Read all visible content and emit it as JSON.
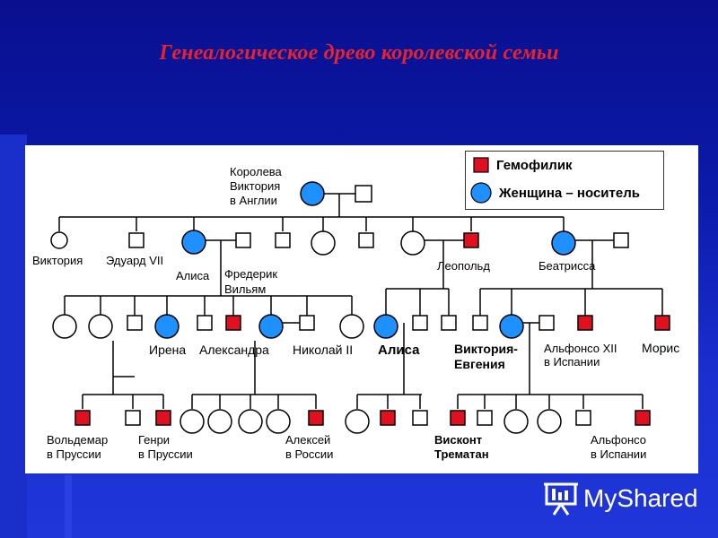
{
  "title": "Генеалогическое древо королевской семьи",
  "legend": {
    "hemophiliac": "Гемофилик",
    "carrier": "Женщина – носитель"
  },
  "people": {
    "victoria_queen": "Королева\nВиктория\nв Англии",
    "victoria": "Виктория",
    "edward_vii": "Эдуард VII",
    "alice": "Алиса",
    "frederick": "Фредерик\nВильям",
    "leopold": "Леопольд",
    "beatrice": "Беатрисса",
    "irena": "Ирена",
    "alexandra": "Александра",
    "nicholas_ii": "Николай II",
    "alice2": "Алиса",
    "victoria_eugenie": "Виктория-\nЕвгения",
    "alfonso_xii": "Альфонсо XII\nв Испании",
    "maurice": "Морис",
    "waldemar": "Вольдемар\nв Пруссии",
    "henry": "Генри\nв Пруссии",
    "alexei": "Алексей\nв России",
    "viscount": "Висконт\nТрематан",
    "alfonso": "Альфонсо\nв Испании"
  },
  "colors": {
    "hemophiliac": "#e01020",
    "carrier": "#1e90ff",
    "title": "#e8232b"
  },
  "watermark": {
    "brand": "MyShared",
    "icon": "presentation-icon"
  }
}
